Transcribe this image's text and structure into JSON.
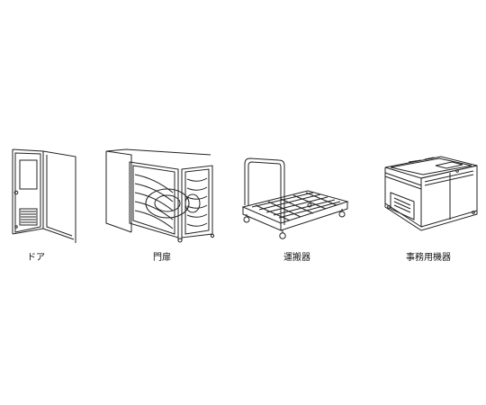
{
  "items": [
    {
      "id": "door",
      "icon": "door-icon",
      "label": "ドア"
    },
    {
      "id": "gate",
      "icon": "gate-icon",
      "label": "門扉"
    },
    {
      "id": "cart",
      "icon": "platform-cart-icon",
      "label": "運搬器"
    },
    {
      "id": "office",
      "icon": "office-machine-icon",
      "label": "事務用機器"
    }
  ],
  "colors": {
    "line": "#222222",
    "background": "#ffffff"
  }
}
